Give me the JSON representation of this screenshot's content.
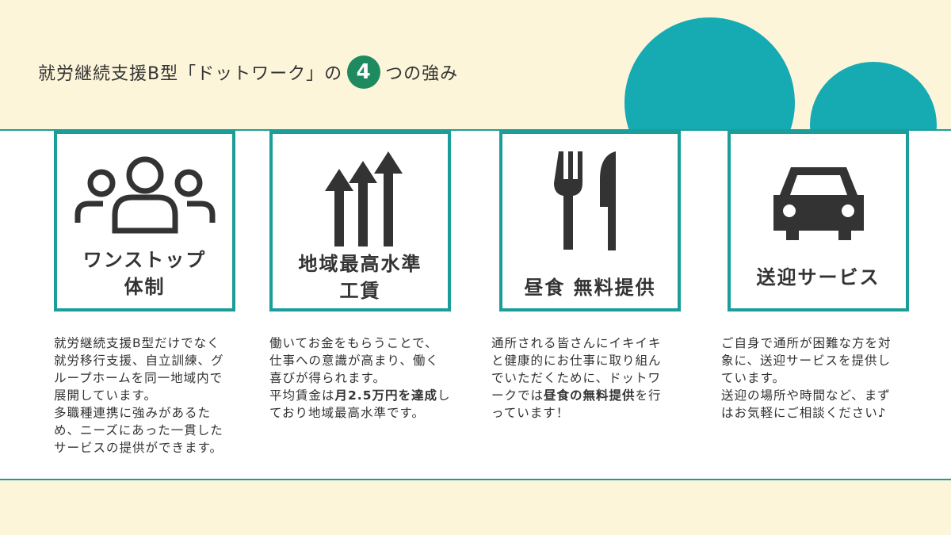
{
  "header": {
    "title_before": "就労継続支援B型「ドットワーク」の",
    "number": "4",
    "title_after": "つの強み"
  },
  "colors": {
    "accent": "#1b9e9a",
    "number_badge": "#1d8a60",
    "background": "#fdf5da"
  },
  "cards": [
    {
      "icon": "people-icon",
      "label": "ワンストップ\n体制",
      "lines": [
        [
          {
            "t": "就労継続支援B型だけでなく"
          }
        ],
        [
          {
            "t": "就労移行支援、自立訓練、グ"
          }
        ],
        [
          {
            "t": "ループホームを同一地域内で"
          }
        ],
        [
          {
            "t": "展開しています。"
          }
        ],
        [
          {
            "t": "多職種連携に強みがあるた"
          }
        ],
        [
          {
            "t": "め、ニーズにあった一貫した"
          }
        ],
        [
          {
            "t": "サービスの提供ができます。"
          }
        ]
      ]
    },
    {
      "icon": "arrows-up-icon",
      "label": "地域最高水準\n工賃",
      "lines": [
        [
          {
            "t": "働いてお金をもらうことで、"
          }
        ],
        [
          {
            "t": "仕事への意識が高まり、働く"
          }
        ],
        [
          {
            "t": "喜びが得られます。"
          }
        ],
        [
          {
            "t": "平均賃金は"
          },
          {
            "t": "月2.5万円を達成",
            "b": true
          },
          {
            "t": "し"
          }
        ],
        [
          {
            "t": "ており地域最高水準です。"
          }
        ]
      ]
    },
    {
      "icon": "fork-knife-icon",
      "label": "昼食 無料提供",
      "lines": [
        [
          {
            "t": "通所される皆さんにイキイキ"
          }
        ],
        [
          {
            "t": "と健康的にお仕事に取り組ん"
          }
        ],
        [
          {
            "t": "でいただくために、ドットワ"
          }
        ],
        [
          {
            "t": "ークでは"
          },
          {
            "t": "昼食の無料提供",
            "b": true
          },
          {
            "t": "を行"
          }
        ],
        [
          {
            "t": "っています！"
          }
        ]
      ]
    },
    {
      "icon": "car-icon",
      "label": "送迎サービス",
      "lines": [
        [
          {
            "t": "ご自身で通所が困難な方を対"
          }
        ],
        [
          {
            "t": "象に、送迎サービスを提供し"
          }
        ],
        [
          {
            "t": "ています。"
          }
        ],
        [
          {
            "t": "送迎の場所や時間など、まず"
          }
        ],
        [
          {
            "t": "はお気軽にご相談ください♪"
          }
        ]
      ]
    }
  ]
}
